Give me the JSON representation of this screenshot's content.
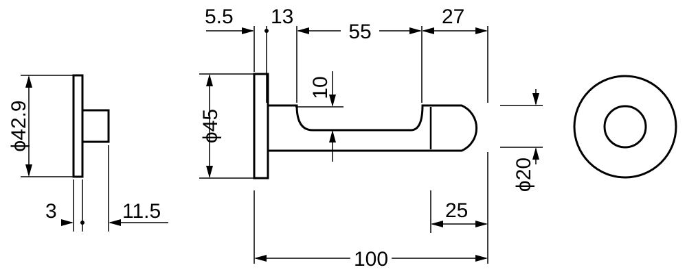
{
  "dimensions": {
    "flange_diameter_side": "ϕ42.9",
    "flange_thickness": "3",
    "stub_length": "11.5",
    "offset_a": "5.5",
    "offset_b": "13",
    "span_middle": "55",
    "tip_length": "27",
    "base_diameter": "ϕ45",
    "notch_depth": "10",
    "tip_diameter": "ϕ20",
    "tip_straight": "25",
    "overall_length": "100"
  }
}
